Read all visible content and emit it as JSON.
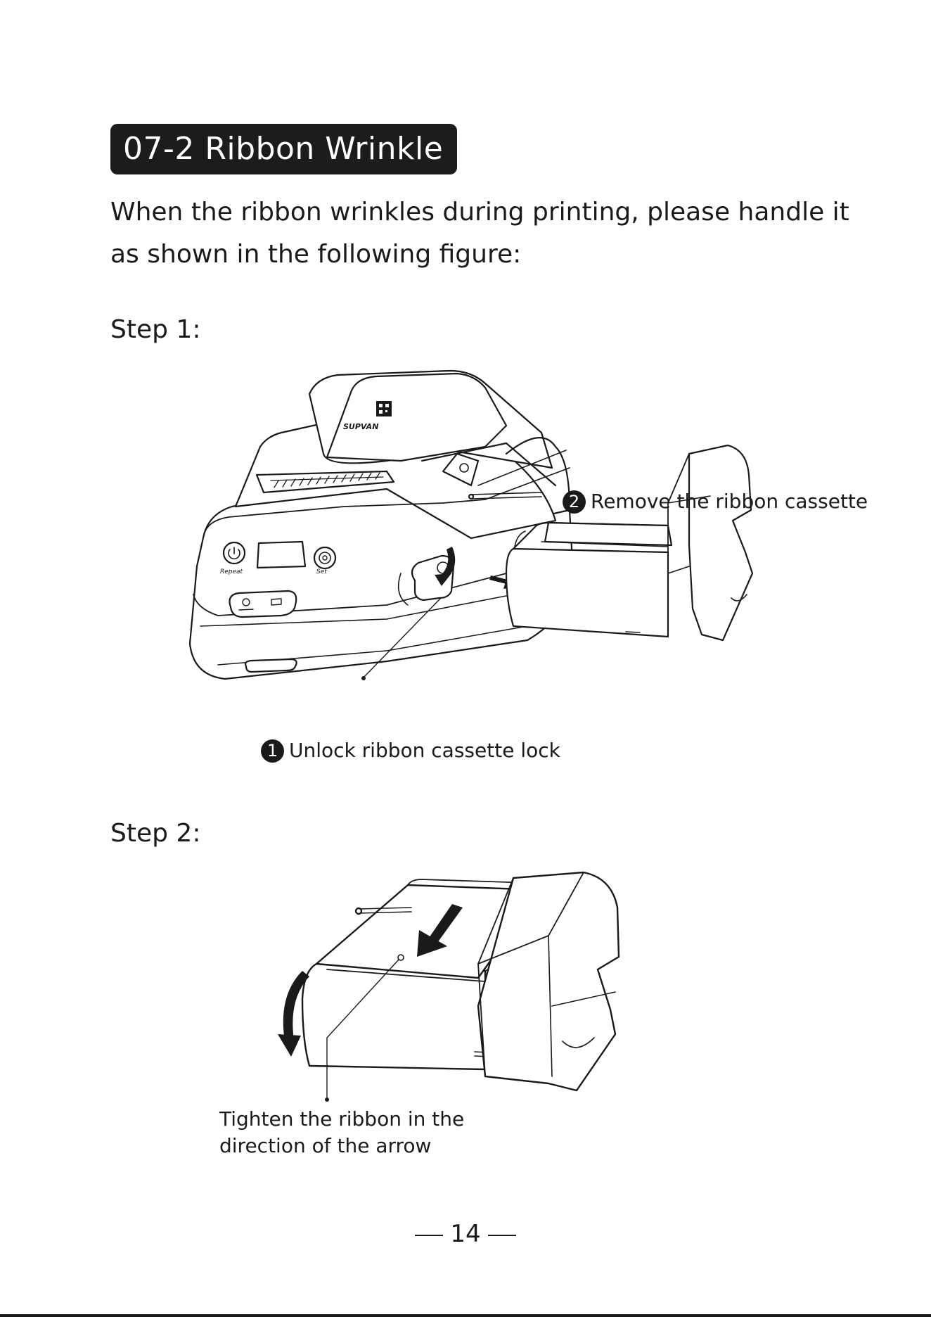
{
  "section": {
    "title": "07-2 Ribbon Wrinkle",
    "intro": "When the ribbon wrinkles during printing, please handle it as shown in the following figure:"
  },
  "step1": {
    "label": "Step 1:",
    "printer": {
      "brand": "SUPVAN",
      "button_left_label": "Repeat",
      "button_right_label": "Set"
    },
    "callout_remove": {
      "number": "2",
      "text": "Remove the ribbon cassette"
    },
    "callout_unlock": {
      "number": "1",
      "text": "Unlock ribbon cassette lock"
    }
  },
  "step2": {
    "label": "Step 2:",
    "caption": "Tighten the ribbon in the direction of the arrow"
  },
  "footer": {
    "page_number": "14"
  },
  "colors": {
    "ink": "#1a1a1a",
    "paper": "#ffffff",
    "title_bg": "#1c1c1c"
  },
  "icons": [
    "power-icon",
    "gear-icon",
    "usb-icon",
    "qr-code-icon",
    "arrow-icon"
  ]
}
